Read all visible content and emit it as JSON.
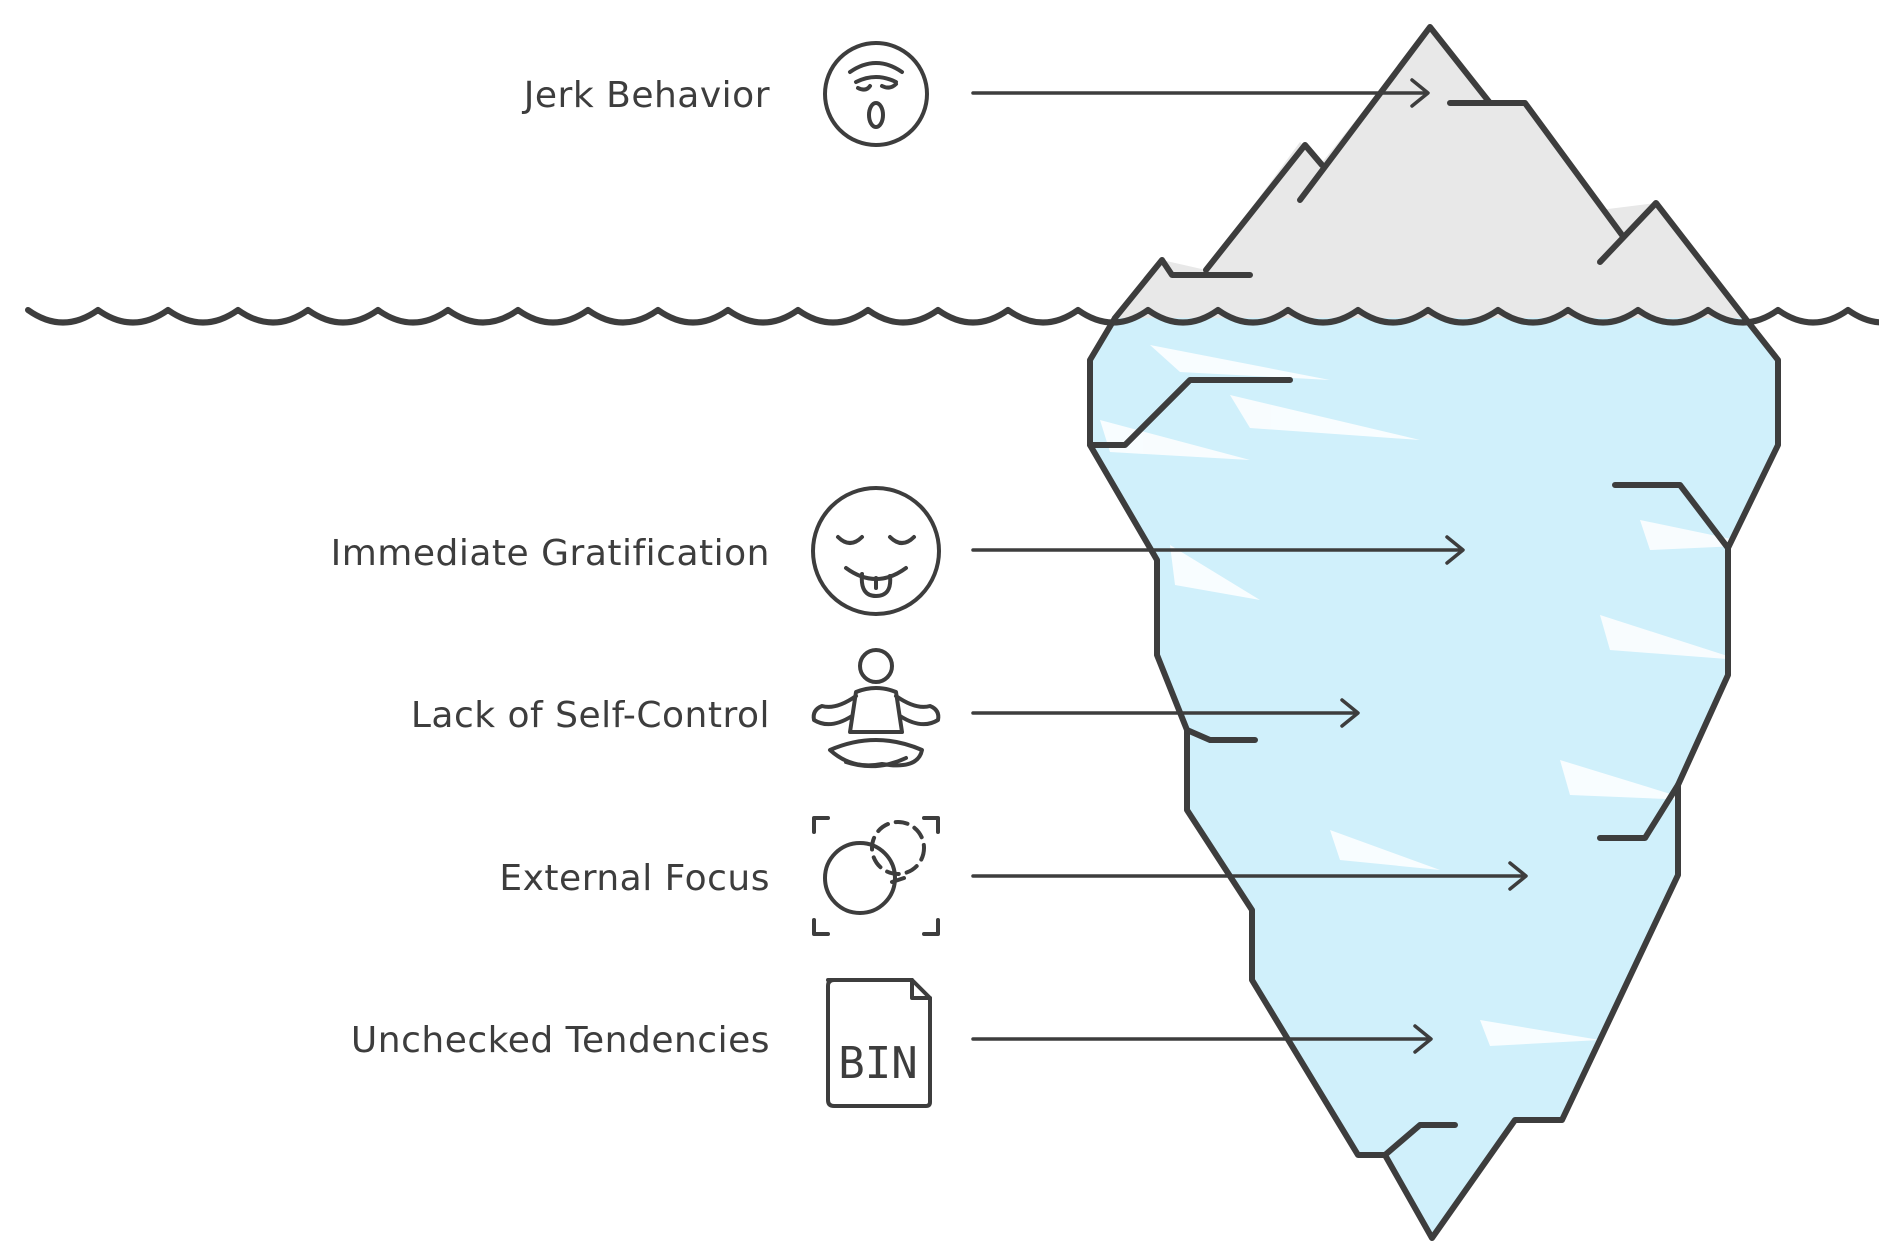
{
  "colors": {
    "ink": "#3d3d3d",
    "ice_above": "#e8e8e8",
    "ice_below": "#d0f0fb"
  },
  "items": [
    {
      "label": "Jerk Behavior",
      "icon": "shocked-face-icon"
    },
    {
      "label": "Immediate Gratification",
      "icon": "tongue-out-face-icon"
    },
    {
      "label": "Lack of Self-Control",
      "icon": "meditation-person-icon"
    },
    {
      "label": "External Focus",
      "icon": "focus-target-icon"
    },
    {
      "label": "Unchecked Tendencies",
      "icon": "bin-file-icon",
      "icon_text": "BIN"
    }
  ]
}
